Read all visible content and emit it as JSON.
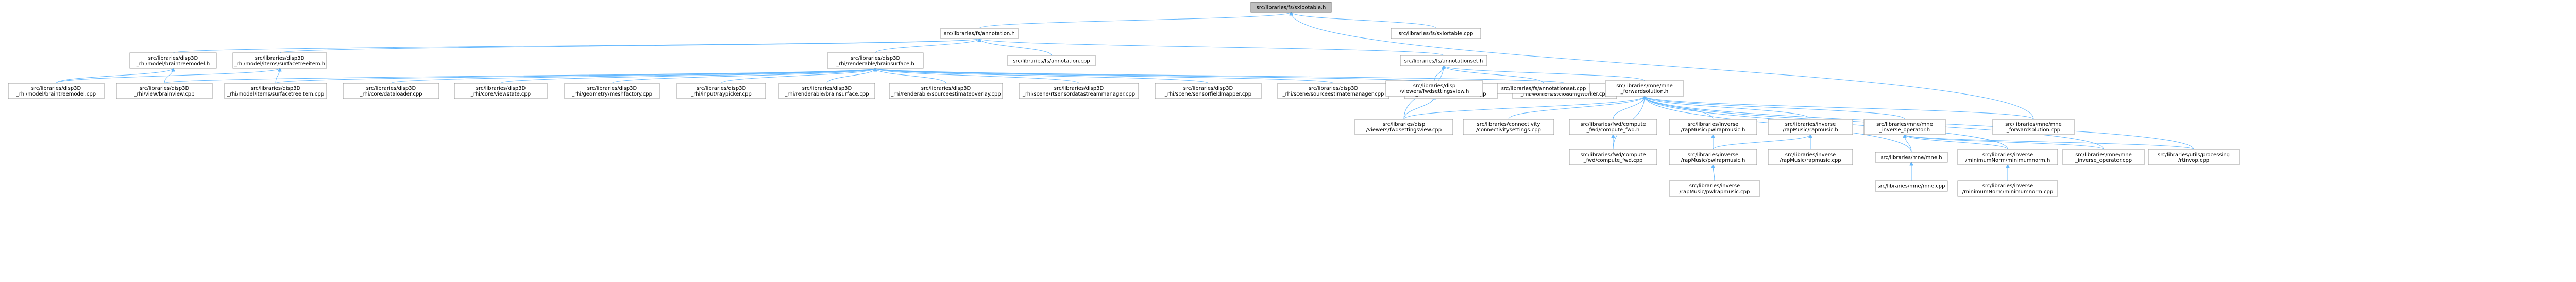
{
  "graph": {
    "type": "include-dependency-graph",
    "colors": {
      "background": "#ffffff",
      "edge": "#63b8ff",
      "node_fill": "#ffffff",
      "node_border": "#999999",
      "root_fill": "#bfbfbf",
      "root_border": "#666666",
      "text": "#000000"
    },
    "nodes": [
      {
        "id": "n0",
        "root": true,
        "lines": [
          "src/libraries/fs/sxlootable.h"
        ]
      },
      {
        "id": "n1",
        "lines": [
          "src/libraries/fs/annotation.h"
        ]
      },
      {
        "id": "n2",
        "lines": [
          "src/libraries/fs/sxlortable.cpp"
        ]
      },
      {
        "id": "n3",
        "lines": [
          "src/libraries/disp3D",
          "_rhi/model/braintreemodel.h"
        ]
      },
      {
        "id": "n4",
        "lines": [
          "src/libraries/disp3D",
          "_rhi/model/items/surfacetreeitem.h"
        ]
      },
      {
        "id": "n5",
        "lines": [
          "src/libraries/disp3D",
          "_rhi/renderable/brainsurface.h"
        ]
      },
      {
        "id": "n6",
        "lines": [
          "src/libraries/fs/annotation.cpp"
        ]
      },
      {
        "id": "n7",
        "lines": [
          "src/libraries/fs/annotationset.h"
        ]
      },
      {
        "id": "n8",
        "lines": [
          "src/libraries/disp3D",
          "_rhi/model/braintreemodel.cpp"
        ]
      },
      {
        "id": "n9",
        "lines": [
          "src/libraries/disp3D",
          "_rhi/view/brainview.cpp"
        ]
      },
      {
        "id": "n10",
        "lines": [
          "src/libraries/disp3D",
          "_rhi/model/items/surfacetreeitem.cpp"
        ]
      },
      {
        "id": "n11",
        "lines": [
          "src/libraries/disp3D",
          "_rhi/core/dataloader.cpp"
        ]
      },
      {
        "id": "n12",
        "lines": [
          "src/libraries/disp3D",
          "_rhi/core/viewstate.cpp"
        ]
      },
      {
        "id": "n13",
        "lines": [
          "src/libraries/disp3D",
          "_rhi/geometry/meshfactory.cpp"
        ]
      },
      {
        "id": "n14",
        "lines": [
          "src/libraries/disp3D",
          "_rhi/input/raypicker.cpp"
        ]
      },
      {
        "id": "n15",
        "lines": [
          "src/libraries/disp3D",
          "_rhi/renderable/brainsurface.cpp"
        ]
      },
      {
        "id": "n16",
        "lines": [
          "src/libraries/disp3D",
          "_rhi/renderable/sourceestimateoverlay.cpp"
        ]
      },
      {
        "id": "n17",
        "lines": [
          "src/libraries/disp3D",
          "_rhi/scene/rtsensordatastreammanager.cpp"
        ]
      },
      {
        "id": "n18",
        "lines": [
          "src/libraries/disp3D",
          "_rhi/scene/sensorfieldmapper.cpp"
        ]
      },
      {
        "id": "n19",
        "lines": [
          "src/libraries/disp3D",
          "_rhi/scene/sourceestimatemanager.cpp"
        ]
      },
      {
        "id": "n20",
        "lines": [
          "src/libraries/disp3D",
          "_rhi/view/brainrenderer.cpp"
        ]
      },
      {
        "id": "n21",
        "lines": [
          "src/libraries/disp3D",
          "_rhi/workers/stcloadingworker.cpp"
        ]
      },
      {
        "id": "n22",
        "lines": [
          "src/libraries/disp",
          "/viewers/fwdsettingsview.h"
        ]
      },
      {
        "id": "n23",
        "lines": [
          "src/libraries/fs/annotationset.cpp"
        ]
      },
      {
        "id": "n24",
        "lines": [
          "src/libraries/mne/mne",
          "_forwardsolution.h"
        ]
      },
      {
        "id": "n25",
        "lines": [
          "src/libraries/disp",
          "/viewers/fwdsettingsview.cpp"
        ]
      },
      {
        "id": "n26",
        "lines": [
          "src/libraries/connectivity",
          "/connectivitysettings.cpp"
        ]
      },
      {
        "id": "n27",
        "lines": [
          "src/libraries/fwd/compute",
          "_fwd/compute_fwd.h"
        ]
      },
      {
        "id": "n28",
        "lines": [
          "src/libraries/inverse",
          "/rapMusic/pwlrapmusic.h"
        ]
      },
      {
        "id": "n29",
        "lines": [
          "src/libraries/inverse",
          "/rapMusic/rapmusic.h"
        ]
      },
      {
        "id": "n30",
        "lines": [
          "src/libraries/mne/mne",
          "_inverse_operator.h"
        ]
      },
      {
        "id": "n31",
        "lines": [
          "src/libraries/mne/mne",
          "_forwardsolution.cpp"
        ]
      },
      {
        "id": "n32",
        "lines": [
          "src/libraries/fwd/compute",
          "_fwd/compute_fwd.cpp"
        ]
      },
      {
        "id": "n33",
        "lines": [
          "src/libraries/inverse",
          "/rapMusic/pwlrapmusic.h"
        ]
      },
      {
        "id": "n34",
        "lines": [
          "src/libraries/inverse",
          "/rapMusic/rapmusic.cpp"
        ]
      },
      {
        "id": "n35",
        "lines": [
          "src/libraries/mne/mne.h"
        ]
      },
      {
        "id": "n36",
        "lines": [
          "src/libraries/inverse",
          "/minimumNorm/minimumnorm.h"
        ]
      },
      {
        "id": "n37",
        "lines": [
          "src/libraries/mne/mne",
          "_inverse_operator.cpp"
        ]
      },
      {
        "id": "n38",
        "lines": [
          "src/libraries/utils/processing",
          "/rtinvop.cpp"
        ]
      },
      {
        "id": "n39",
        "lines": [
          "src/libraries/inverse",
          "/rapMusic/pwlrapmusic.cpp"
        ]
      },
      {
        "id": "n40",
        "lines": [
          "src/libraries/mne/mne.cpp"
        ]
      },
      {
        "id": "n41",
        "lines": [
          "src/libraries/inverse",
          "/minimumNorm/minimumnorm.cpp"
        ]
      }
    ],
    "edges": [
      [
        "n0",
        "n1"
      ],
      [
        "n0",
        "n2"
      ],
      [
        "n0",
        "n31"
      ],
      [
        "n1",
        "n3"
      ],
      [
        "n1",
        "n4"
      ],
      [
        "n1",
        "n5"
      ],
      [
        "n1",
        "n6"
      ],
      [
        "n1",
        "n7"
      ],
      [
        "n3",
        "n8"
      ],
      [
        "n3",
        "n9"
      ],
      [
        "n4",
        "n8"
      ],
      [
        "n4",
        "n10"
      ],
      [
        "n5",
        "n9"
      ],
      [
        "n5",
        "n10"
      ],
      [
        "n5",
        "n11"
      ],
      [
        "n5",
        "n12"
      ],
      [
        "n5",
        "n13"
      ],
      [
        "n5",
        "n14"
      ],
      [
        "n5",
        "n15"
      ],
      [
        "n5",
        "n16"
      ],
      [
        "n5",
        "n17"
      ],
      [
        "n5",
        "n18"
      ],
      [
        "n5",
        "n19"
      ],
      [
        "n5",
        "n20"
      ],
      [
        "n5",
        "n21"
      ],
      [
        "n7",
        "n22"
      ],
      [
        "n7",
        "n23"
      ],
      [
        "n7",
        "n24"
      ],
      [
        "n7",
        "n25"
      ],
      [
        "n22",
        "n25"
      ],
      [
        "n24",
        "n25"
      ],
      [
        "n24",
        "n26"
      ],
      [
        "n24",
        "n27"
      ],
      [
        "n24",
        "n28"
      ],
      [
        "n24",
        "n29"
      ],
      [
        "n24",
        "n30"
      ],
      [
        "n24",
        "n31"
      ],
      [
        "n24",
        "n32"
      ],
      [
        "n24",
        "n35"
      ],
      [
        "n24",
        "n36"
      ],
      [
        "n24",
        "n37"
      ],
      [
        "n24",
        "n38"
      ],
      [
        "n27",
        "n32"
      ],
      [
        "n28",
        "n33"
      ],
      [
        "n29",
        "n33"
      ],
      [
        "n29",
        "n34"
      ],
      [
        "n30",
        "n35"
      ],
      [
        "n30",
        "n36"
      ],
      [
        "n30",
        "n37"
      ],
      [
        "n30",
        "n38"
      ],
      [
        "n33",
        "n39"
      ],
      [
        "n35",
        "n40"
      ],
      [
        "n36",
        "n41"
      ]
    ]
  }
}
